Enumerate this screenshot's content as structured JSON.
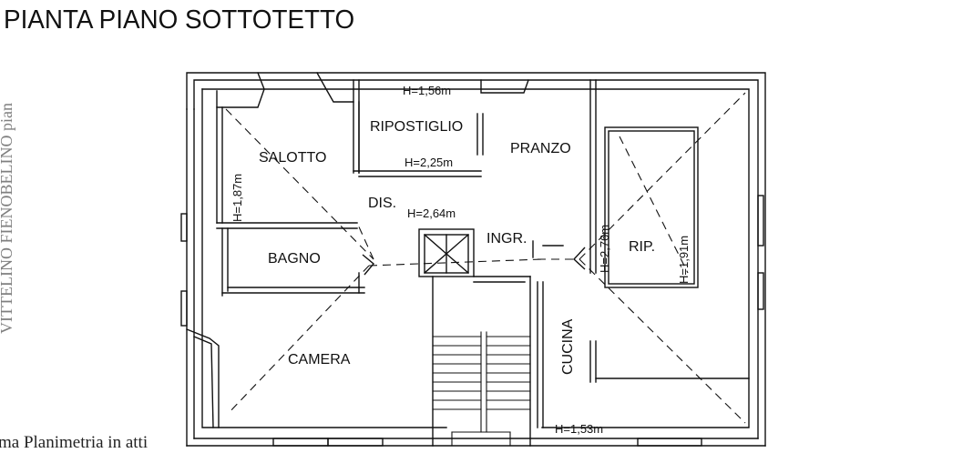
{
  "title": "PIANTA PIANO SOTTOTETTO",
  "side_text": "VITTELINO FIENOBELINO pian",
  "footer_caption": "ma Planimetria in atti",
  "rooms": {
    "salotto": "SALOTTO",
    "ripostiglio": "RIPOSTIGLIO",
    "pranzo": "PRANZO",
    "dis": "DIS.",
    "ingr": "INGR.",
    "bagno": "BAGNO",
    "rip": "RIP.",
    "camera": "CAMERA",
    "cucina": "CUCINA"
  },
  "heights": {
    "ripostiglio_top": "H=1,56m",
    "ripostiglio_bottom": "H=2,25m",
    "dis": "H=2,64m",
    "salotto": "H=1,87m",
    "rip_left": "H=2,76m",
    "rip_right": "H=1,91m",
    "cucina": "H=1,53m"
  },
  "colors": {
    "ink": "#111111",
    "paper": "#ffffff"
  }
}
